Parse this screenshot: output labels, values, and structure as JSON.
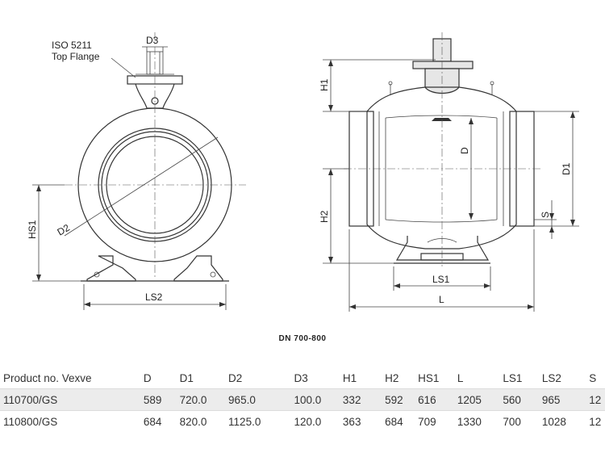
{
  "drawing": {
    "labels": {
      "iso": "ISO 5211",
      "top_flange": "Top Flange",
      "d3": "D3",
      "d2": "D2",
      "hs1": "HS1",
      "ls2": "LS2",
      "h1": "H1",
      "d": "D",
      "d1": "D1",
      "h2": "H2",
      "s": "S",
      "ls1": "LS1",
      "l": "L"
    }
  },
  "caption": "DN 700-800",
  "table": {
    "headers": [
      "Product no. Vexve",
      "D",
      "D1",
      "D2",
      "D3",
      "H1",
      "H2",
      "HS1",
      "L",
      "LS1",
      "LS2",
      "S"
    ],
    "rows": [
      [
        "110700/GS",
        "589",
        "720.0",
        "965.0",
        "100.0",
        "332",
        "592",
        "616",
        "1205",
        "560",
        "965",
        "12"
      ],
      [
        "110800/GS",
        "684",
        "820.0",
        "1125.0",
        "120.0",
        "363",
        "684",
        "709",
        "1330",
        "700",
        "1028",
        "12"
      ]
    ]
  }
}
